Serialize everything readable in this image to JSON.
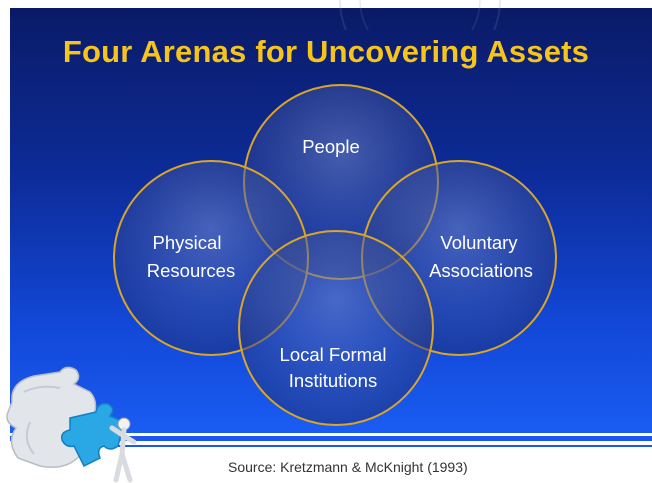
{
  "title": "Four Arenas for Uncovering Assets",
  "circles": [
    {
      "id": "people",
      "lines": [
        "People"
      ]
    },
    {
      "id": "physical",
      "lines": [
        "Physical",
        "Resources"
      ]
    },
    {
      "id": "voluntary",
      "lines": [
        "Voluntary",
        "Associations"
      ]
    },
    {
      "id": "institutions",
      "lines": [
        "Local Formal",
        "Institutions"
      ]
    }
  ],
  "source": "Source: Kretzmann & McKnight (1993)",
  "colors": {
    "title": "#f7c41a",
    "circle_outline": "#d9a52a",
    "background_top": "#0a1a66",
    "background_bottom": "#1a5cf2"
  },
  "icons": [
    "puzzle-clipart-icon"
  ]
}
